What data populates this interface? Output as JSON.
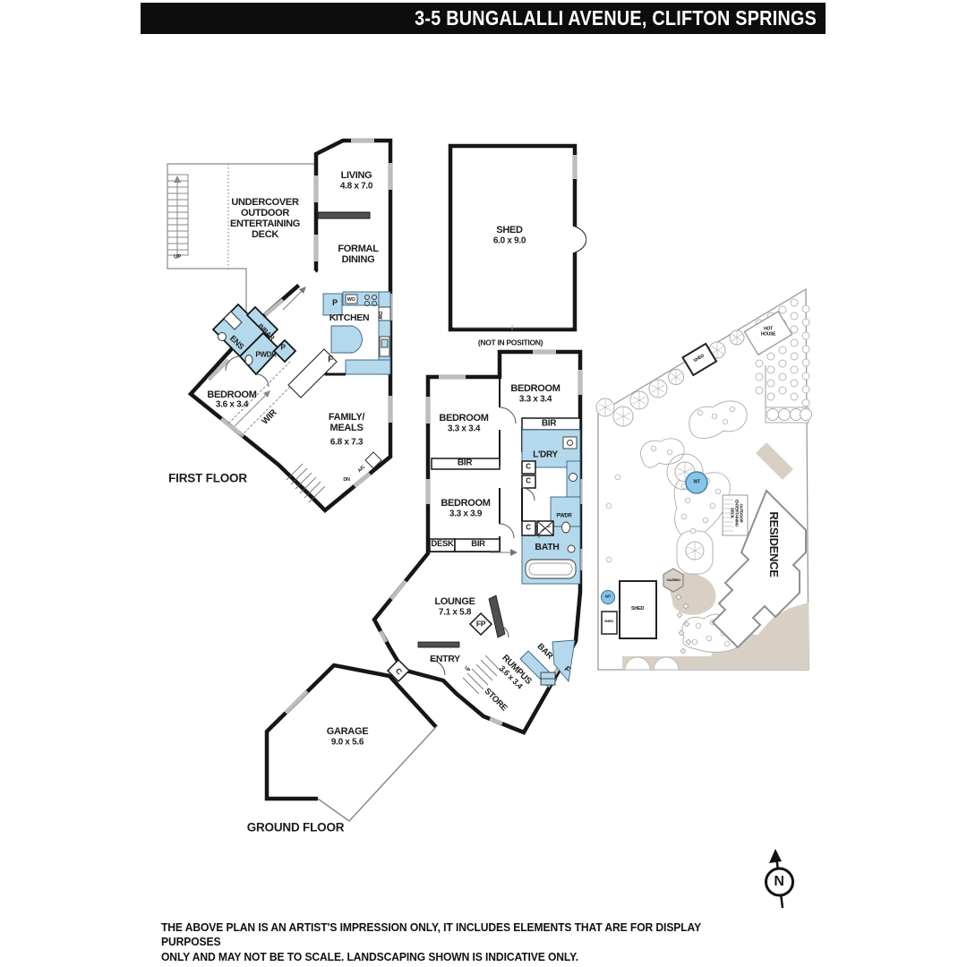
{
  "header": {
    "title": "3-5 BUNGALALLI AVENUE, CLIFTON SPRINGS"
  },
  "first_floor": {
    "floor_label": "FIRST FLOOR",
    "deck": "UNDERCOVER\nOUTDOOR\nENTERTAINING\nDECK",
    "living": "LIVING",
    "living_dims": "4.8 x 7.0",
    "formal_dining": "FORMAL\nDINING",
    "kitchen": "KITCHEN",
    "pantry_a": "P",
    "wall_oven": "WO",
    "dishwasher": "DW",
    "fridge": "F",
    "ens": "ENS",
    "bar": "B/BAR",
    "powder": "PWDR",
    "pantry_b": "P",
    "bedroom": "BEDROOM",
    "bedroom_dims": "3.6 x 3.4",
    "wir": "WIR",
    "family": "FAMILY/\nMEALS",
    "family_dims": "6.8 x 7.3",
    "up": "UP",
    "down": "DN",
    "ac": "A/C"
  },
  "shed_plan": {
    "name": "SHED",
    "dims": "6.0 x 9.0",
    "note": "(NOT IN POSITION)"
  },
  "ground_floor": {
    "floor_label": "GROUND FLOOR",
    "bedroom1": "BEDROOM",
    "bedroom1_dims": "3.3 x 3.4",
    "bedroom2": "BEDROOM",
    "bedroom2_dims": "3.3 x 3.4",
    "bedroom3": "BEDROOM",
    "bedroom3_dims": "3.3 x 3.9",
    "bir1": "BIR",
    "bir2": "BIR",
    "bir3": "BIR",
    "laundry": "L'DRY",
    "c1": "C",
    "c2": "C",
    "c3": "C",
    "c4": "C",
    "powder": "PWDR",
    "bath": "BATH",
    "desk": "DESK",
    "lounge": "LOUNGE",
    "lounge_dims": "7.1 x 5.8",
    "fireplace": "FP",
    "entry": "ENTRY",
    "rumpus": "RUMPUS",
    "rumpus_dims": "3.6 x 3.4",
    "bar": "BAR",
    "fridge": "F",
    "store": "STORE",
    "up": "UP",
    "garage": "GARAGE",
    "garage_dims": "9.0 x 5.6"
  },
  "site_plan": {
    "residence": "RESIDENCE",
    "deck": "OUTDOOR\nENTERTAINING\nDECK",
    "gazebo": "GAZEBO",
    "hot_house": "HOT\nHOUSE",
    "shed_top": "SHED",
    "shed_big": "SHED",
    "shed_small": "SHED",
    "water_tank1": "WT",
    "water_tank2": "WT"
  },
  "compass": {
    "north": "N"
  },
  "footer": {
    "disclaimer": "THE ABOVE PLAN IS AN ARTIST'S IMPRESSION ONLY, IT INCLUDES ELEMENTS THAT ARE FOR DISPLAY PURPOSES\nONLY AND MAY NOT BE TO SCALE. LANDSCAPING SHOWN IS INDICATIVE ONLY."
  },
  "colors": {
    "wet_area": "#b5d9ec",
    "water_feature": "#85c6e8",
    "wall": "#161616",
    "path_beige": "#d9d0c5"
  }
}
